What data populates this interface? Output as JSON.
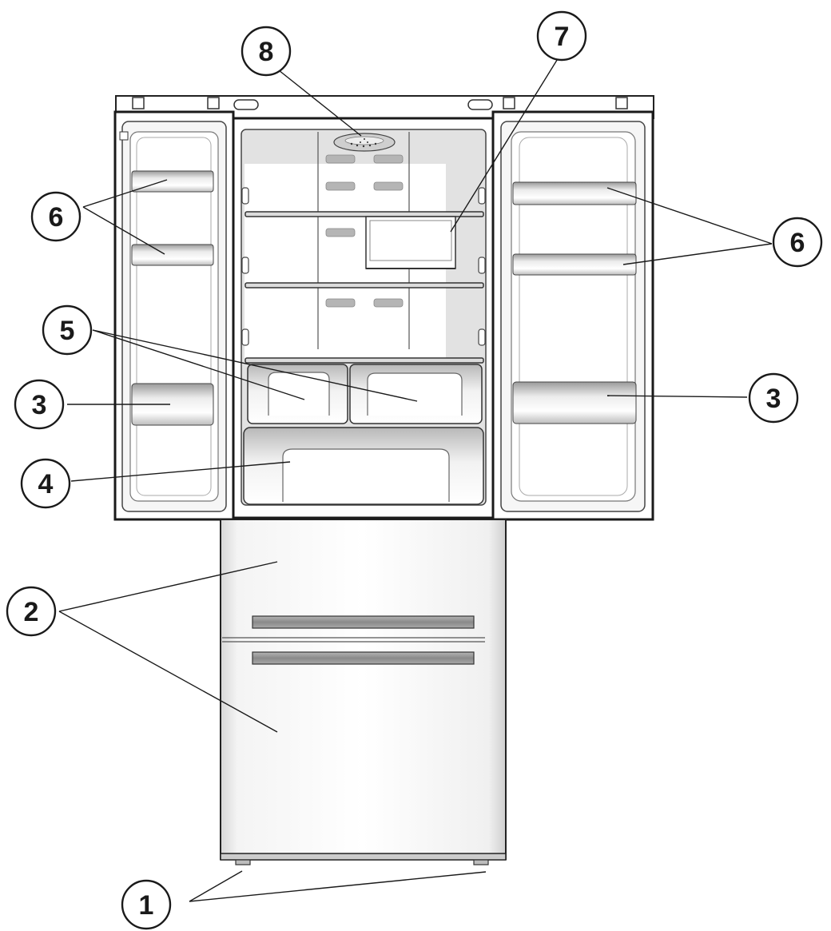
{
  "diagram": {
    "callouts": [
      {
        "id": "c1",
        "label": "1"
      },
      {
        "id": "c2",
        "label": "2"
      },
      {
        "id": "c3-left",
        "label": "3"
      },
      {
        "id": "c3-right",
        "label": "3"
      },
      {
        "id": "c4",
        "label": "4"
      },
      {
        "id": "c5",
        "label": "5"
      },
      {
        "id": "c6-left",
        "label": "6"
      },
      {
        "id": "c6-right",
        "label": "6"
      },
      {
        "id": "c7",
        "label": "7"
      },
      {
        "id": "c8",
        "label": "8"
      }
    ]
  }
}
